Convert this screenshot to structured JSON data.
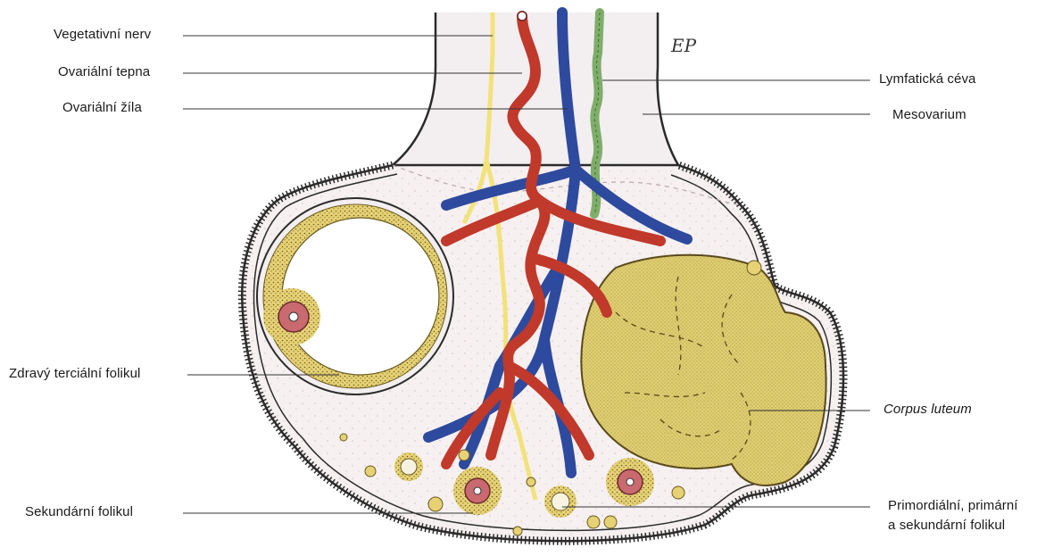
{
  "colors": {
    "artery": "#c0392b",
    "vein": "#2e4a9e",
    "nerve": "#f2e27a",
    "lymph": "#7fae6b",
    "stroma": "#f6f0f0",
    "mesovarium": "#f3eef0",
    "granulosa": "#e6d275",
    "corpus_luteum": "#e0cf72",
    "oocyte": "#c96a70",
    "outline": "#2b2b2b",
    "label_line": "#333333"
  },
  "labels": {
    "vegetative_nerve": "Vegetativní nerv",
    "ovarian_artery": "Ovariální tepna",
    "ovarian_vein": "Ovariální žíla",
    "lymphatic_vessel": "Lymfatická céva",
    "mesovarium": "Mesovarium",
    "tertiary_follicle": "Zdravý terciální folikul",
    "corpus_luteum": "Corpus luteum",
    "secondary_follicle": "Sekundární folikul",
    "small_follicles": "Primordiální, primární\na sekundární folikul"
  },
  "signature": "EP"
}
